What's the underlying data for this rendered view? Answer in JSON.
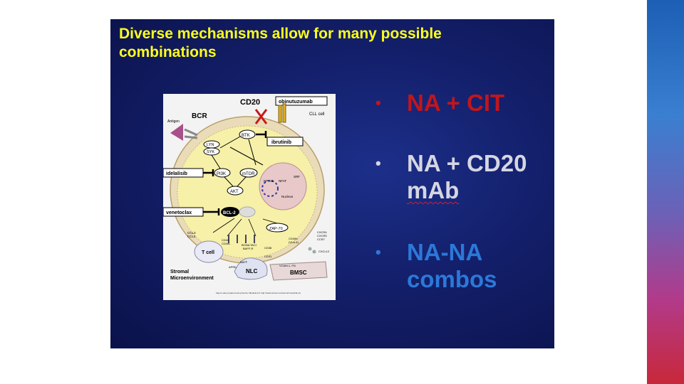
{
  "slide": {
    "title_line1": "Diverse mechanisms allow for many possible",
    "title_line2": "combinations"
  },
  "figure": {
    "drug_obinutuzumab": "obinutuzumab",
    "drug_ibrutinib": "ibrutinib",
    "drug_idelalisib": "idelalisib",
    "drug_venetoclax": "venetoclax",
    "cd20": "CD20",
    "cll_cell": "CLL cell",
    "bcr": "BCR",
    "antigen": "Antigen",
    "btk": "BTK",
    "lyn": "LYN",
    "syk": "SYK",
    "pi3k": "PI3K",
    "mtor": "mTOR",
    "akt": "AKT",
    "bcl2": "BCL-2",
    "zap70": "ZAP-70",
    "nfkb": "NF-KB",
    "nfat": "NFAT",
    "srf": "SRF",
    "nucleus": "Nucleus",
    "ccl3": "CCL3",
    "ccl4": "CCL4",
    "cd40": "CD40",
    "cd40l": "CD40L",
    "bcma": "BCMA",
    "taci": "TACI",
    "baff_r": "BAFF-R",
    "cd38": "CD38",
    "cd31": "CD31",
    "cd49d": "CD49d",
    "vla4": "(VLA-4)",
    "cxcr4": "CXCR4",
    "cxcr5": "CXCR5",
    "ccr7": "CCR7",
    "cxcl12": "CXCL12",
    "t_cell": "T cell",
    "baff": "BAFF",
    "april": "APRIL",
    "nlc": "NLC",
    "vcam": "VCAM-1, FN",
    "bmsc": "BMSC",
    "stromal1": "Stromal",
    "stromal2": "Microenvironment",
    "caption": "Figure was prepared using Servier Medical Art: http://www.servier.com/servier/medical-art"
  },
  "bullets": [
    {
      "line1": "NA + CIT",
      "line2": "",
      "color": "#c0161c"
    },
    {
      "line1": "NA + CD20",
      "line2": "mAb",
      "color": "#d6d6e2"
    },
    {
      "line1": "NA-NA",
      "line2": "combos",
      "color": "#2c78d8"
    }
  ]
}
